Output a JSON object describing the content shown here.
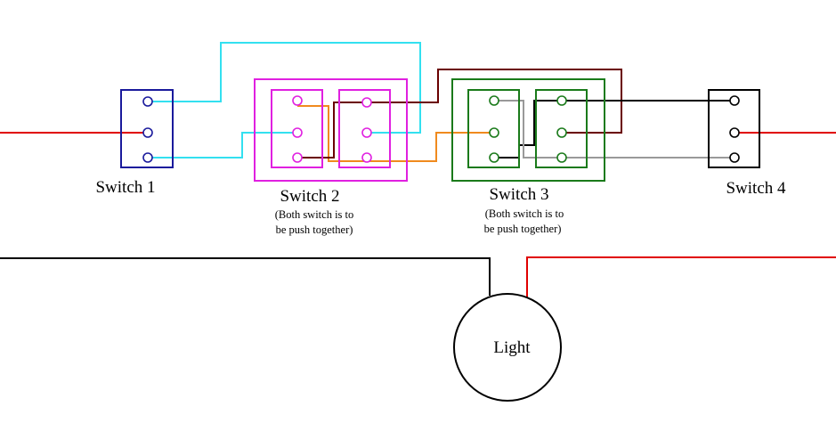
{
  "labels": {
    "switch1": "Switch 1",
    "switch2": "Switch 2",
    "switch2_note_line1": "(Both switch is to",
    "switch2_note_line2": "be push together)",
    "switch3": "Switch 3",
    "switch3_note_line1": "(Both switch is to",
    "switch3_note_line2": "be push together)",
    "switch4": "Switch 4",
    "light": "Light"
  },
  "colors": {
    "background": "#ffffff",
    "live_red": "#e00000",
    "neutral_black": "#000000",
    "cyan_wire": "#33e0f0",
    "orange_wire": "#f08a1e",
    "dark_red_wire": "#6a0000",
    "gray_wire": "#999999",
    "switch1_blue": "#1a1a9c",
    "switch2_magenta": "#e020e0",
    "switch3_green": "#1a7a1a",
    "switch4_black": "#000000"
  }
}
